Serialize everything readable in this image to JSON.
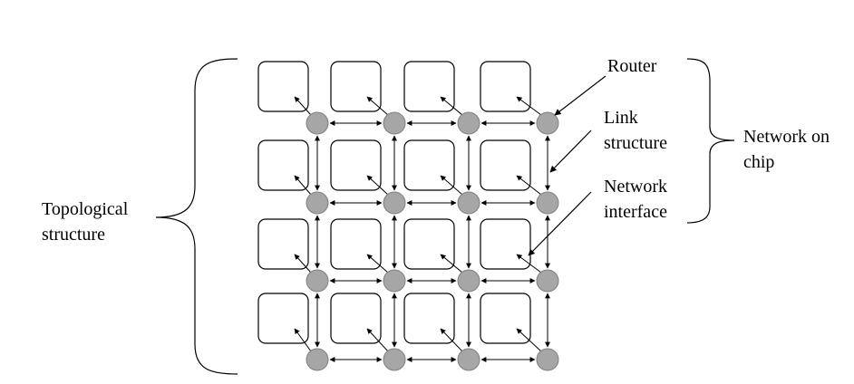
{
  "labels": {
    "router": "Router",
    "link_line1": "Link",
    "link_line2": "structure",
    "noc_line1": "Network on",
    "noc_line2": "chip",
    "ni_line1": "Network",
    "ni_line2": "interface",
    "topo_line1": "Topological",
    "topo_line2": "structure"
  },
  "grid": {
    "rows": 4,
    "cols": 4
  },
  "colors": {
    "router_fill": "#a6a6a6",
    "router_stroke": "#808080",
    "stroke": "#000000",
    "text": "#000000"
  }
}
